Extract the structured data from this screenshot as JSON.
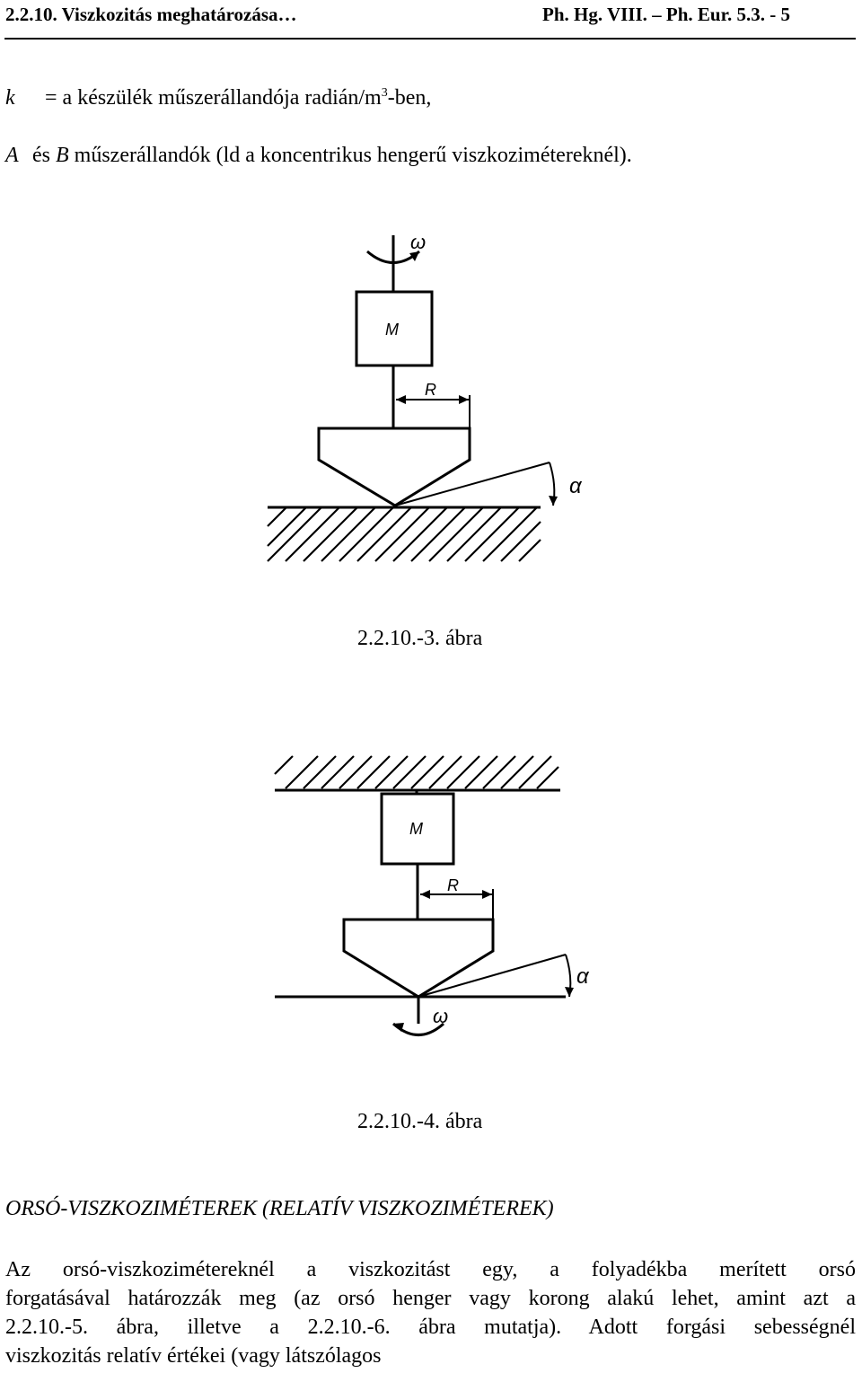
{
  "header": {
    "section": "2.2.10. Viszkozitás meghatározása…",
    "ref": "Ph. Hg. VIII. – Ph. Eur. 5.3. - 5"
  },
  "definitions": [
    {
      "symbol": "k",
      "pre": "= a készülék műszerállandója radián/m",
      "sup": "3",
      "post": "-ben,"
    },
    {
      "symbol": "A",
      "mid": "és",
      "symbol2": "B",
      "text": "műszerállandók (ld a koncentrikus hengerű viszkoziméter­eknél)."
    }
  ],
  "figure1": {
    "caption": "2.2.10.-3. ábra",
    "labels": {
      "omega": "ω",
      "mass": "M",
      "radius": "R",
      "angle": "α"
    }
  },
  "figure2": {
    "caption": "2.2.10.-4. ábra",
    "labels": {
      "omega": "ω",
      "mass": "M",
      "radius": "R",
      "angle": "α"
    }
  },
  "section_heading": "ORSÓ-VISZKOZIMÉTEREK (RELATÍV VISZKOZIMÉTEREK)",
  "paragraph_lines": [
    "Az orsó-viszkoziméter­eknél a viszkozitást egy, a folyadékba merített orsó",
    "forgatásával határozzák meg (az orsó henger vagy korong alakú lehet, amint azt a",
    "2.2.10.-5. ábra, illetve a 2.2.10.-6. ábra mutatja). Adott forgási sebességnél",
    "viszkozitás relatív értékei (vagy látszólagos"
  ]
}
